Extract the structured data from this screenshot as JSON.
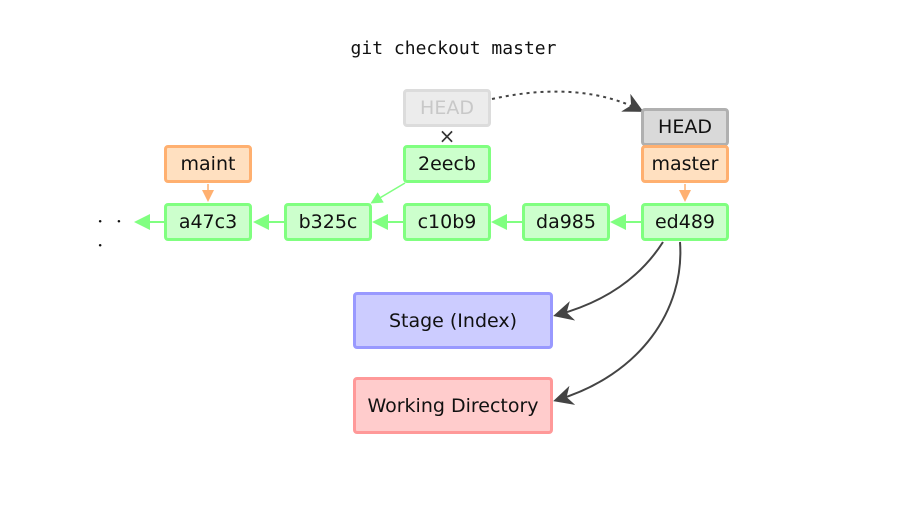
{
  "title": "git checkout master",
  "ellipsis": "· · ·",
  "commits": {
    "a47c3": "a47c3",
    "b325c": "b325c",
    "c10b9": "c10b9",
    "da985": "da985",
    "ed489": "ed489",
    "2eecb": "2eecb"
  },
  "branches": {
    "maint": "maint",
    "master": "master"
  },
  "head": {
    "old_label": "HEAD",
    "new_label": "HEAD",
    "detached_mark": "×"
  },
  "areas": {
    "stage": "Stage (Index)",
    "working_directory": "Working Directory"
  },
  "colors": {
    "commit_fill": "#ccffcc",
    "commit_border": "#80ff80",
    "branch_fill": "#ffe0c0",
    "branch_border": "#ffb070",
    "head_fill": "#d9d9d9",
    "stage_fill": "#ccccff",
    "working_directory_fill": "#ffcccc",
    "arrow": "#444444"
  }
}
